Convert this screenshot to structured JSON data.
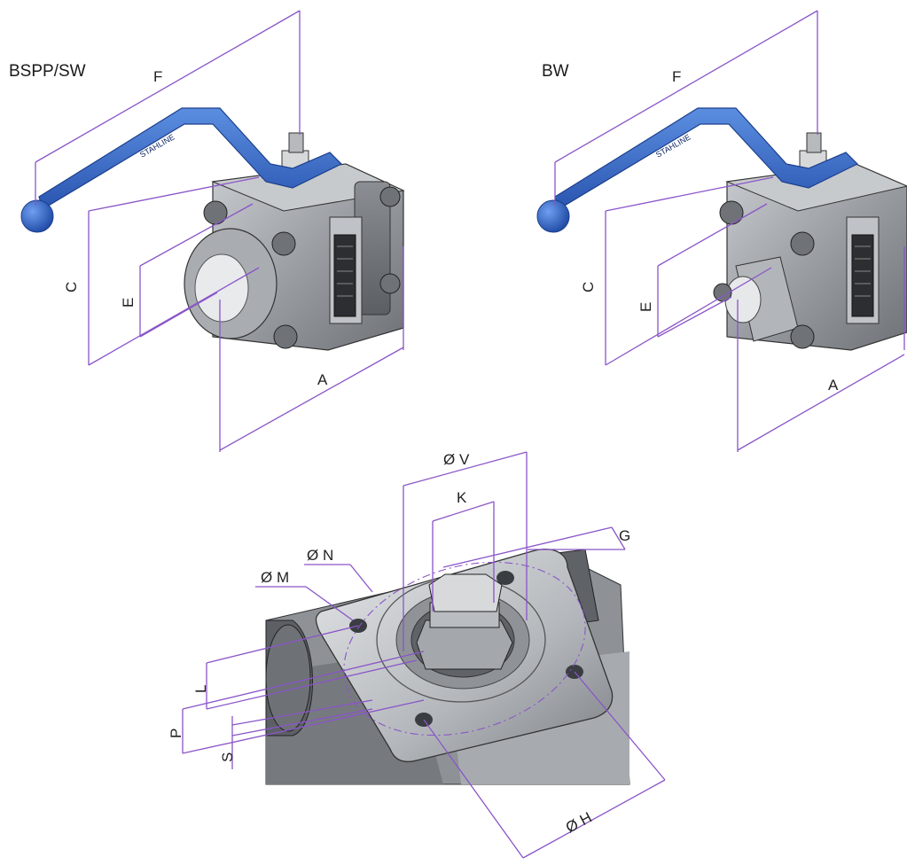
{
  "views": {
    "left_title": "BSPP/SW",
    "right_title": "BW"
  },
  "dimensions": {
    "left": {
      "A": "A",
      "C": "C",
      "E": "E",
      "F": "F"
    },
    "right": {
      "A": "A",
      "C": "C",
      "E": "E",
      "F": "F"
    },
    "top": {
      "V": "Ø V",
      "K": "K",
      "G": "G",
      "N": "Ø N",
      "M": "Ø M",
      "L": "L",
      "P": "P",
      "S": "S",
      "H": "Ø H"
    }
  },
  "handle_text": "STAHLINE",
  "colors": {
    "dimension_line": "#8a55c8",
    "handle": "#3a6fd0",
    "body": "#9a9ea3"
  }
}
